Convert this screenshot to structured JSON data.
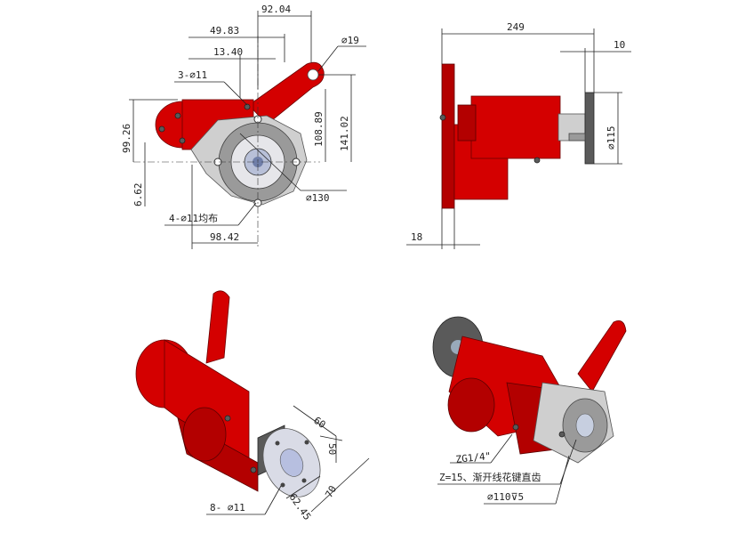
{
  "top_left_view": {
    "dim_92_04": "92.04",
    "dim_49_83": "49.83",
    "dim_13_40": "13.40",
    "dim_phi19": "∅19",
    "dim_3phi11": "3-∅11",
    "dim_99_26": "99.26",
    "dim_108_89": "108.89",
    "dim_141_02": "141.02",
    "dim_6_62": "6.62",
    "dim_phi130": "∅130",
    "dim_4phi11": "4-∅11均布",
    "dim_98_42": "98.42"
  },
  "top_right_view": {
    "dim_249": "249",
    "dim_10": "10",
    "dim_phi115": "∅115",
    "dim_18": "18"
  },
  "bottom_left_view": {
    "dim_60": "60",
    "dim_50": "50",
    "dim_62_45": "62.45",
    "dim_70": "70",
    "dim_8phi11": "8- ∅11"
  },
  "bottom_right_view": {
    "label_zg": "ZG1/4\"",
    "label_spline": "Z=15、渐开线花键直齿",
    "label_bore": "∅110⊽5"
  },
  "colors": {
    "body_red": "#d40000",
    "flange_gray": "#9a9a9a",
    "dimension_ink": "#222222"
  }
}
